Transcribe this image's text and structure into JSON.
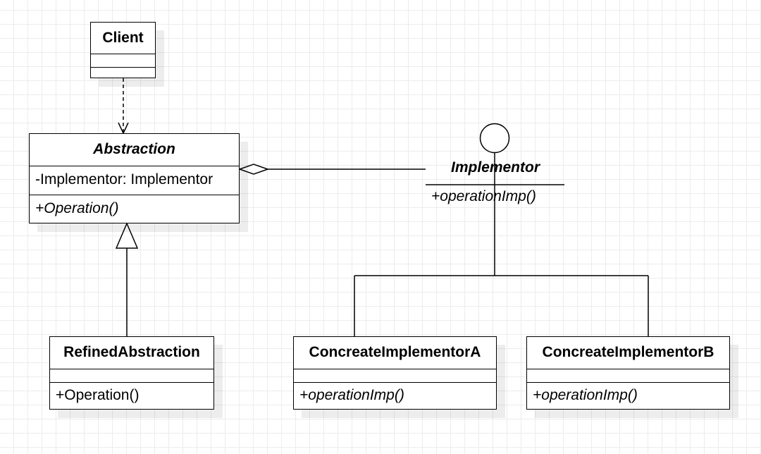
{
  "diagram": {
    "classes": {
      "client": {
        "name": "Client",
        "attributes": "",
        "operations": ""
      },
      "abstraction": {
        "name": "Abstraction",
        "attributes": "-Implementor: Implementor",
        "operations": "+Operation()"
      },
      "refined_abstraction": {
        "name": "RefinedAbstraction",
        "attributes": "",
        "operations": "+Operation()"
      },
      "implementor": {
        "name": "Implementor",
        "operations": "+operationImp()"
      },
      "concrete_a": {
        "name": "ConcreateImplementorA",
        "attributes": "",
        "operations": "+operationImp()"
      },
      "concrete_b": {
        "name": "ConcreateImplementorB",
        "attributes": "",
        "operations": "+operationImp()"
      }
    },
    "relationships": [
      {
        "type": "dependency",
        "from": "Client",
        "to": "Abstraction"
      },
      {
        "type": "aggregation",
        "from": "Abstraction",
        "to": "Implementor"
      },
      {
        "type": "generalization",
        "from": "RefinedAbstraction",
        "to": "Abstraction"
      },
      {
        "type": "realization",
        "from": "ConcreateImplementorA",
        "to": "Implementor"
      },
      {
        "type": "realization",
        "from": "ConcreateImplementorB",
        "to": "Implementor"
      }
    ]
  }
}
